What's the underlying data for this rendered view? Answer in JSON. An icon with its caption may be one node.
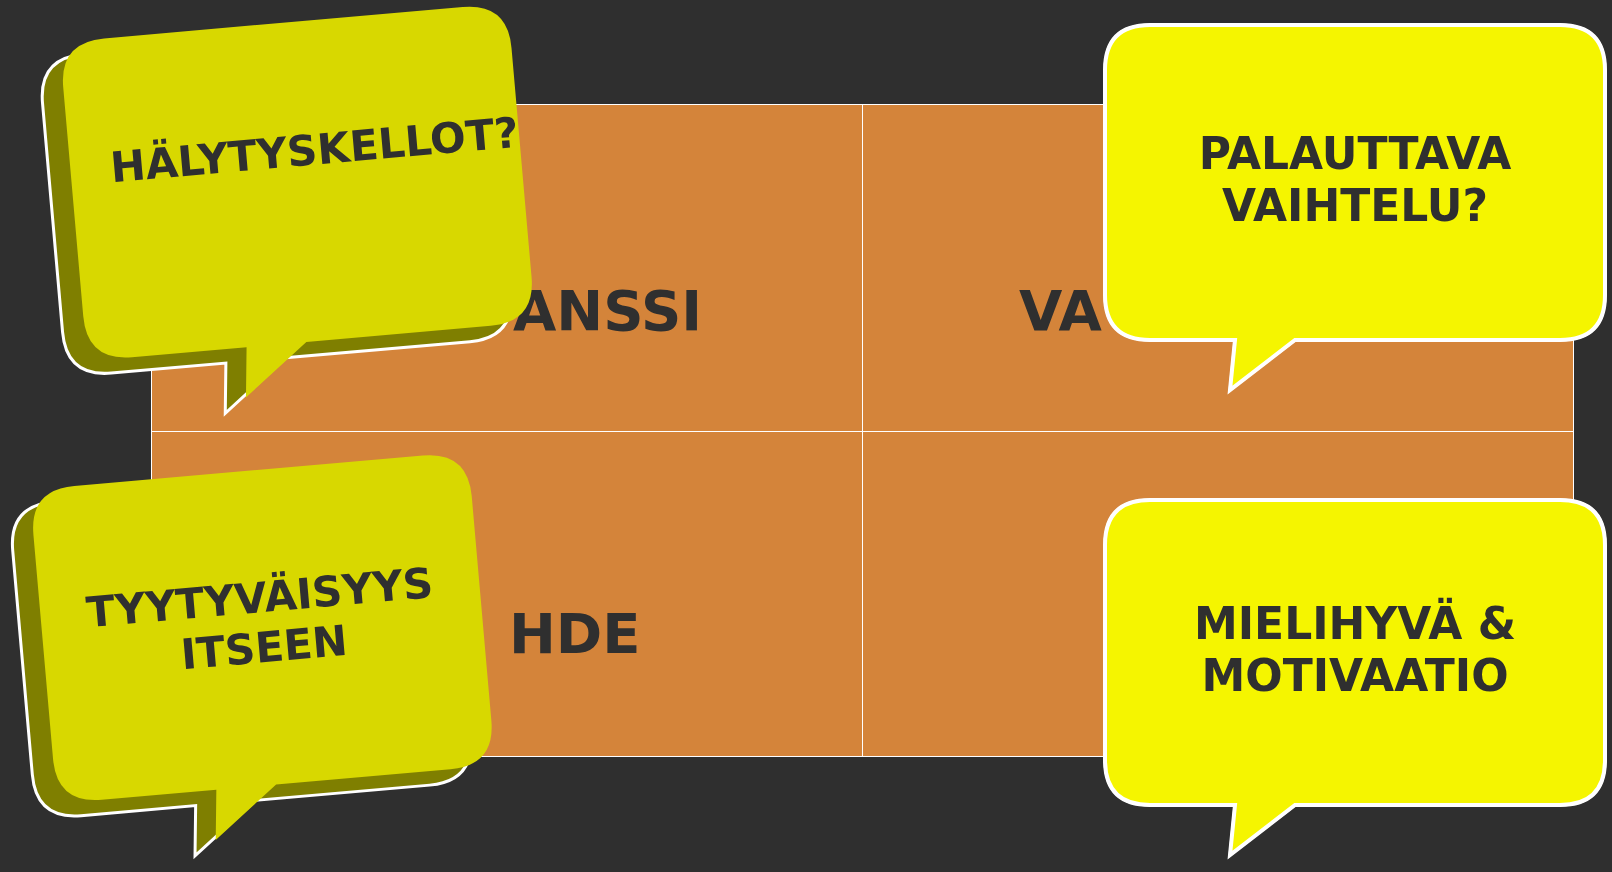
{
  "diagram": {
    "nodes": [
      {
        "text": [
          "ANSSI"
        ]
      },
      {
        "text": [
          "VA"
        ]
      },
      {
        "text": [
          "HDE"
        ]
      },
      {
        "text": [],
        "shape": "box"
      },
      {
        "text": [
          "HÄLYTYSKELLOT?"
        ]
      },
      {
        "text": [
          "PALAUTTAVA VAIHTELU?"
        ]
      },
      {
        "text": [
          "TYYTYVÄISYYS ITSEEN"
        ]
      },
      {
        "text": [
          "MIELIHYVÄ & MOTIVAATIO"
        ]
      }
    ]
  }
}
